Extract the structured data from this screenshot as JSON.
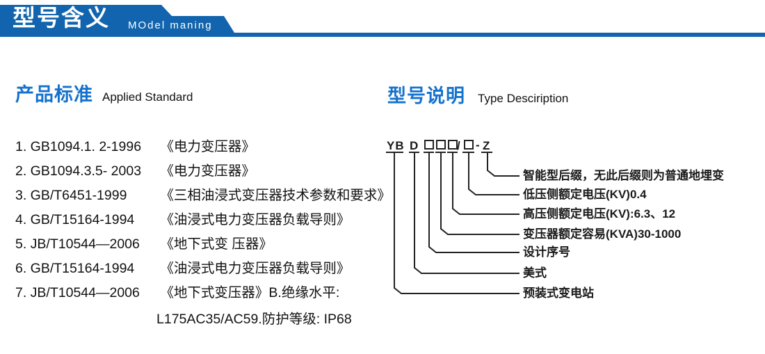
{
  "header": {
    "title_cn": "型号含义",
    "title_en": "MOdel maning"
  },
  "applied_standard": {
    "heading_cn": "产品标准",
    "heading_en": "Applied Standard",
    "items": [
      {
        "code": "1. GB1094.1. 2-1996",
        "title": "《电力变压器》"
      },
      {
        "code": "2. GB1094.3.5- 2003",
        "title": "《电力变压器》"
      },
      {
        "code": "3. GB/T6451-1999",
        "title": "《三相油浸式变压器技术参数和要求》"
      },
      {
        "code": "4. GB/T15164-1994",
        "title": "《油浸式电力变压器负载导则》"
      },
      {
        "code": "5. JB/T10544—2006",
        "title": "《地下式变 压器》"
      },
      {
        "code": "6. GB/T15164-1994",
        "title": "《油浸式电力变压器负载导则》"
      },
      {
        "code": "7. JB/T10544—2006",
        "title": "《地下式变压器》B.绝缘水平:"
      }
    ],
    "continuation": "L175AC35/AC59.防护等级: IP68"
  },
  "type_description": {
    "heading_cn": "型号说明",
    "heading_en": "Type Desciription",
    "model_code": {
      "seg_yb": "YB",
      "seg_d": "D",
      "slash": "/",
      "dash": "-",
      "seg_z": "Z",
      "boxes_before_slash": 3,
      "boxes_after_slash": 1
    },
    "labels": [
      "智能型后缀，无此后缀则为普通地埋变",
      "低压侧额定电压(KV)0.4",
      "高压侧额定电压(KV):6.3、12",
      "变压器额定容易(KVA)30-1000",
      "设计序号",
      "美式",
      "预装式变电站"
    ]
  },
  "colors": {
    "banner_blue": "#1164ad",
    "heading_blue": "#1472cd",
    "text": "#1a1a1a",
    "line": "#222222"
  }
}
